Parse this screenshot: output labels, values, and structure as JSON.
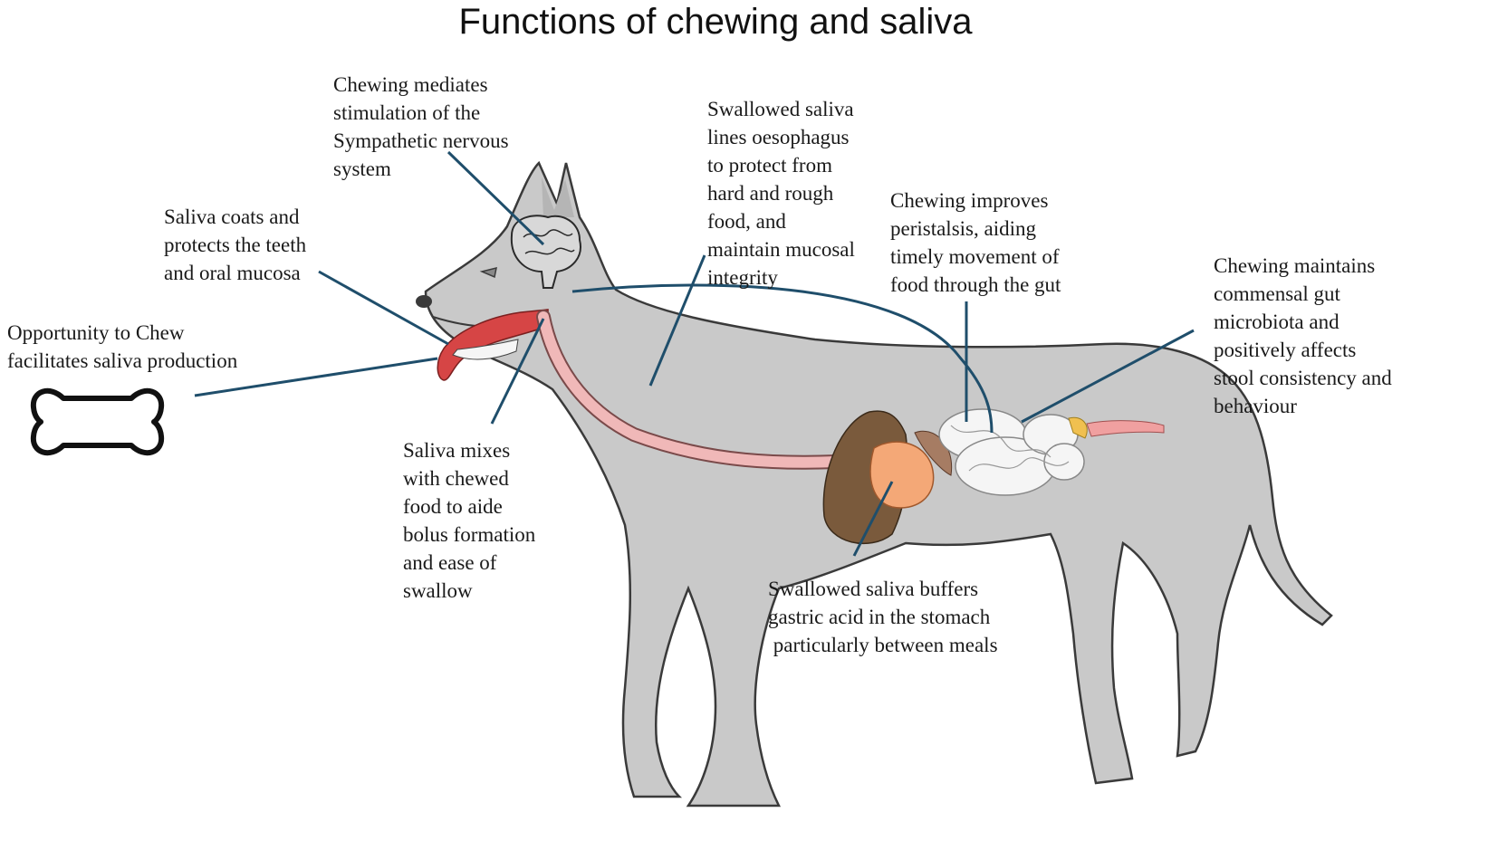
{
  "title": "Functions of chewing and saliva",
  "annotations": {
    "sympathetic": "Chewing mediates\nstimulation of the\nSympathetic nervous\nsystem",
    "teeth": "Saliva coats and\nprotects the teeth\nand oral mucosa",
    "opportunity": "Opportunity to Chew\nfacilitates saliva production",
    "bolus": "Saliva mixes\nwith chewed\nfood to aide\nbolus formation\nand ease of\nswallow",
    "oesophagus": "Swallowed saliva\nlines oesophagus\nto protect from\nhard and rough\nfood, and\nmaintain mucosal\nintegrity",
    "peristalsis": "Chewing improves\nperistalsis, aiding\ntimely movement of\nfood through the gut",
    "microbiota": "Chewing maintains\ncommensal gut\nmicrobiota and\npositively affects\nstool consistency and\nbehaviour",
    "gastric": "Swallowed saliva buffers\ngastric acid in the stomach\n particularly between meals"
  },
  "colors": {
    "body": "#c9c9c9",
    "outline": "#3a3a3a",
    "leader": "#1f4e6b",
    "oesophagus": "#f0b8b8",
    "tongue": "#d64545",
    "liver": "#7a5a3c",
    "stomach": "#f4a877",
    "intestine": "#f5f5f5"
  }
}
